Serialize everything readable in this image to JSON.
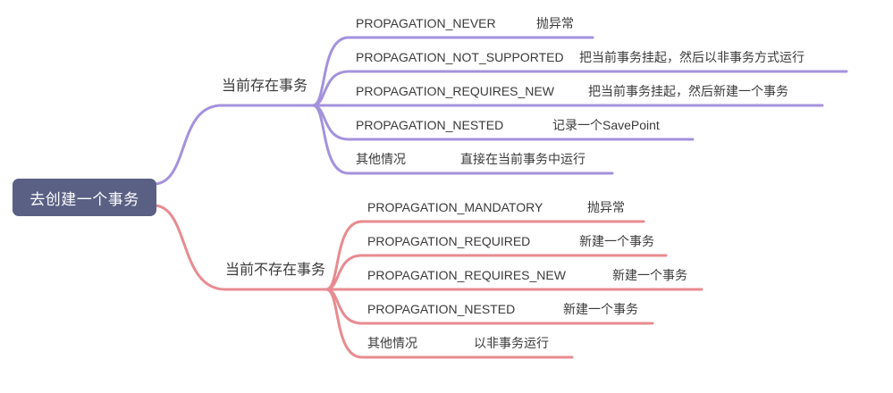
{
  "root": {
    "label": "去创建一个事务"
  },
  "branches": [
    {
      "label": "当前存在事务",
      "color": "#a492dc",
      "children": [
        {
          "label": "PROPAGATION_NEVER",
          "note": "抛异常"
        },
        {
          "label": "PROPAGATION_NOT_SUPPORTED",
          "note": "把当前事务挂起，然后以非事务方式运行"
        },
        {
          "label": "PROPAGATION_REQUIRES_NEW",
          "note": "把当前事务挂起，然后新建一个事务"
        },
        {
          "label": "PROPAGATION_NESTED",
          "note": "记录一个SavePoint"
        },
        {
          "label": "其他情况",
          "note": "直接在当前事务中运行"
        }
      ]
    },
    {
      "label": "当前不存在事务",
      "color": "#e88b90",
      "children": [
        {
          "label": "PROPAGATION_MANDATORY",
          "note": "抛异常"
        },
        {
          "label": "PROPAGATION_REQUIRED",
          "note": "新建一个事务"
        },
        {
          "label": "PROPAGATION_REQUIRES_NEW",
          "note": "新建一个事务"
        },
        {
          "label": "PROPAGATION_NESTED",
          "note": "新建一个事务"
        },
        {
          "label": "其他情况",
          "note": "以非事务运行"
        }
      ]
    }
  ],
  "colors": {
    "canvas_bg": "#ffffff",
    "root_bg": "#5a6084",
    "root_text": "#ffffff",
    "branch_purple": "#a492dc",
    "branch_red": "#e88b90",
    "text": "#3a3a3a"
  }
}
